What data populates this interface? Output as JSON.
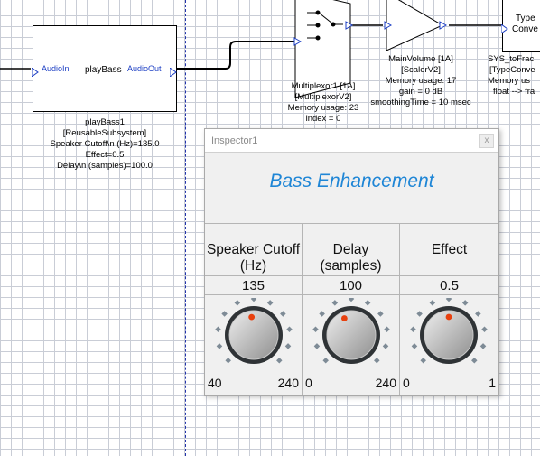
{
  "canvas": {
    "blocks": {
      "play_bass": {
        "name": "playBass",
        "port_in": "AudioIn",
        "port_out": "AudioOut",
        "caption": [
          "playBass1",
          "[ReusableSubsystem]",
          "Speaker Cutoff\\n (Hz)=135.0",
          "Effect=0.5",
          "Delay\\n (samples)=100.0"
        ]
      },
      "multiplexor": {
        "caption": [
          "Multiplexor1 [1A]",
          "[MultiplexorV2]",
          "Memory usage: 23",
          "index = 0"
        ]
      },
      "main_volume": {
        "caption": [
          "MainVolume [1A]",
          "[ScalerV2]",
          "Memory usage: 17",
          "gain = 0 dB",
          "smoothingTime = 10 msec"
        ]
      },
      "type_conv": {
        "label_lines": [
          "Type",
          "Conve"
        ],
        "caption": [
          "SYS_toFrac",
          "[TypeConve",
          "Memory us",
          "float --> fra"
        ]
      }
    }
  },
  "inspector": {
    "title": "Inspector1",
    "close_glyph": "x",
    "heading": "Bass Enhancement",
    "accent_color": "#1f86d6",
    "knob_indicator_color": "#e8400e",
    "controls": [
      {
        "label_line1": "Speaker Cutoff",
        "label_line2": "(Hz)",
        "value": "135",
        "min": "40",
        "max": "240",
        "fraction": 0.475
      },
      {
        "label_line1": "Delay",
        "label_line2": "(samples)",
        "value": "100",
        "min": "0",
        "max": "240",
        "fraction": 0.417
      },
      {
        "label_line1": "Effect",
        "label_line2": "",
        "value": "0.5",
        "min": "0",
        "max": "1",
        "fraction": 0.5
      }
    ]
  }
}
